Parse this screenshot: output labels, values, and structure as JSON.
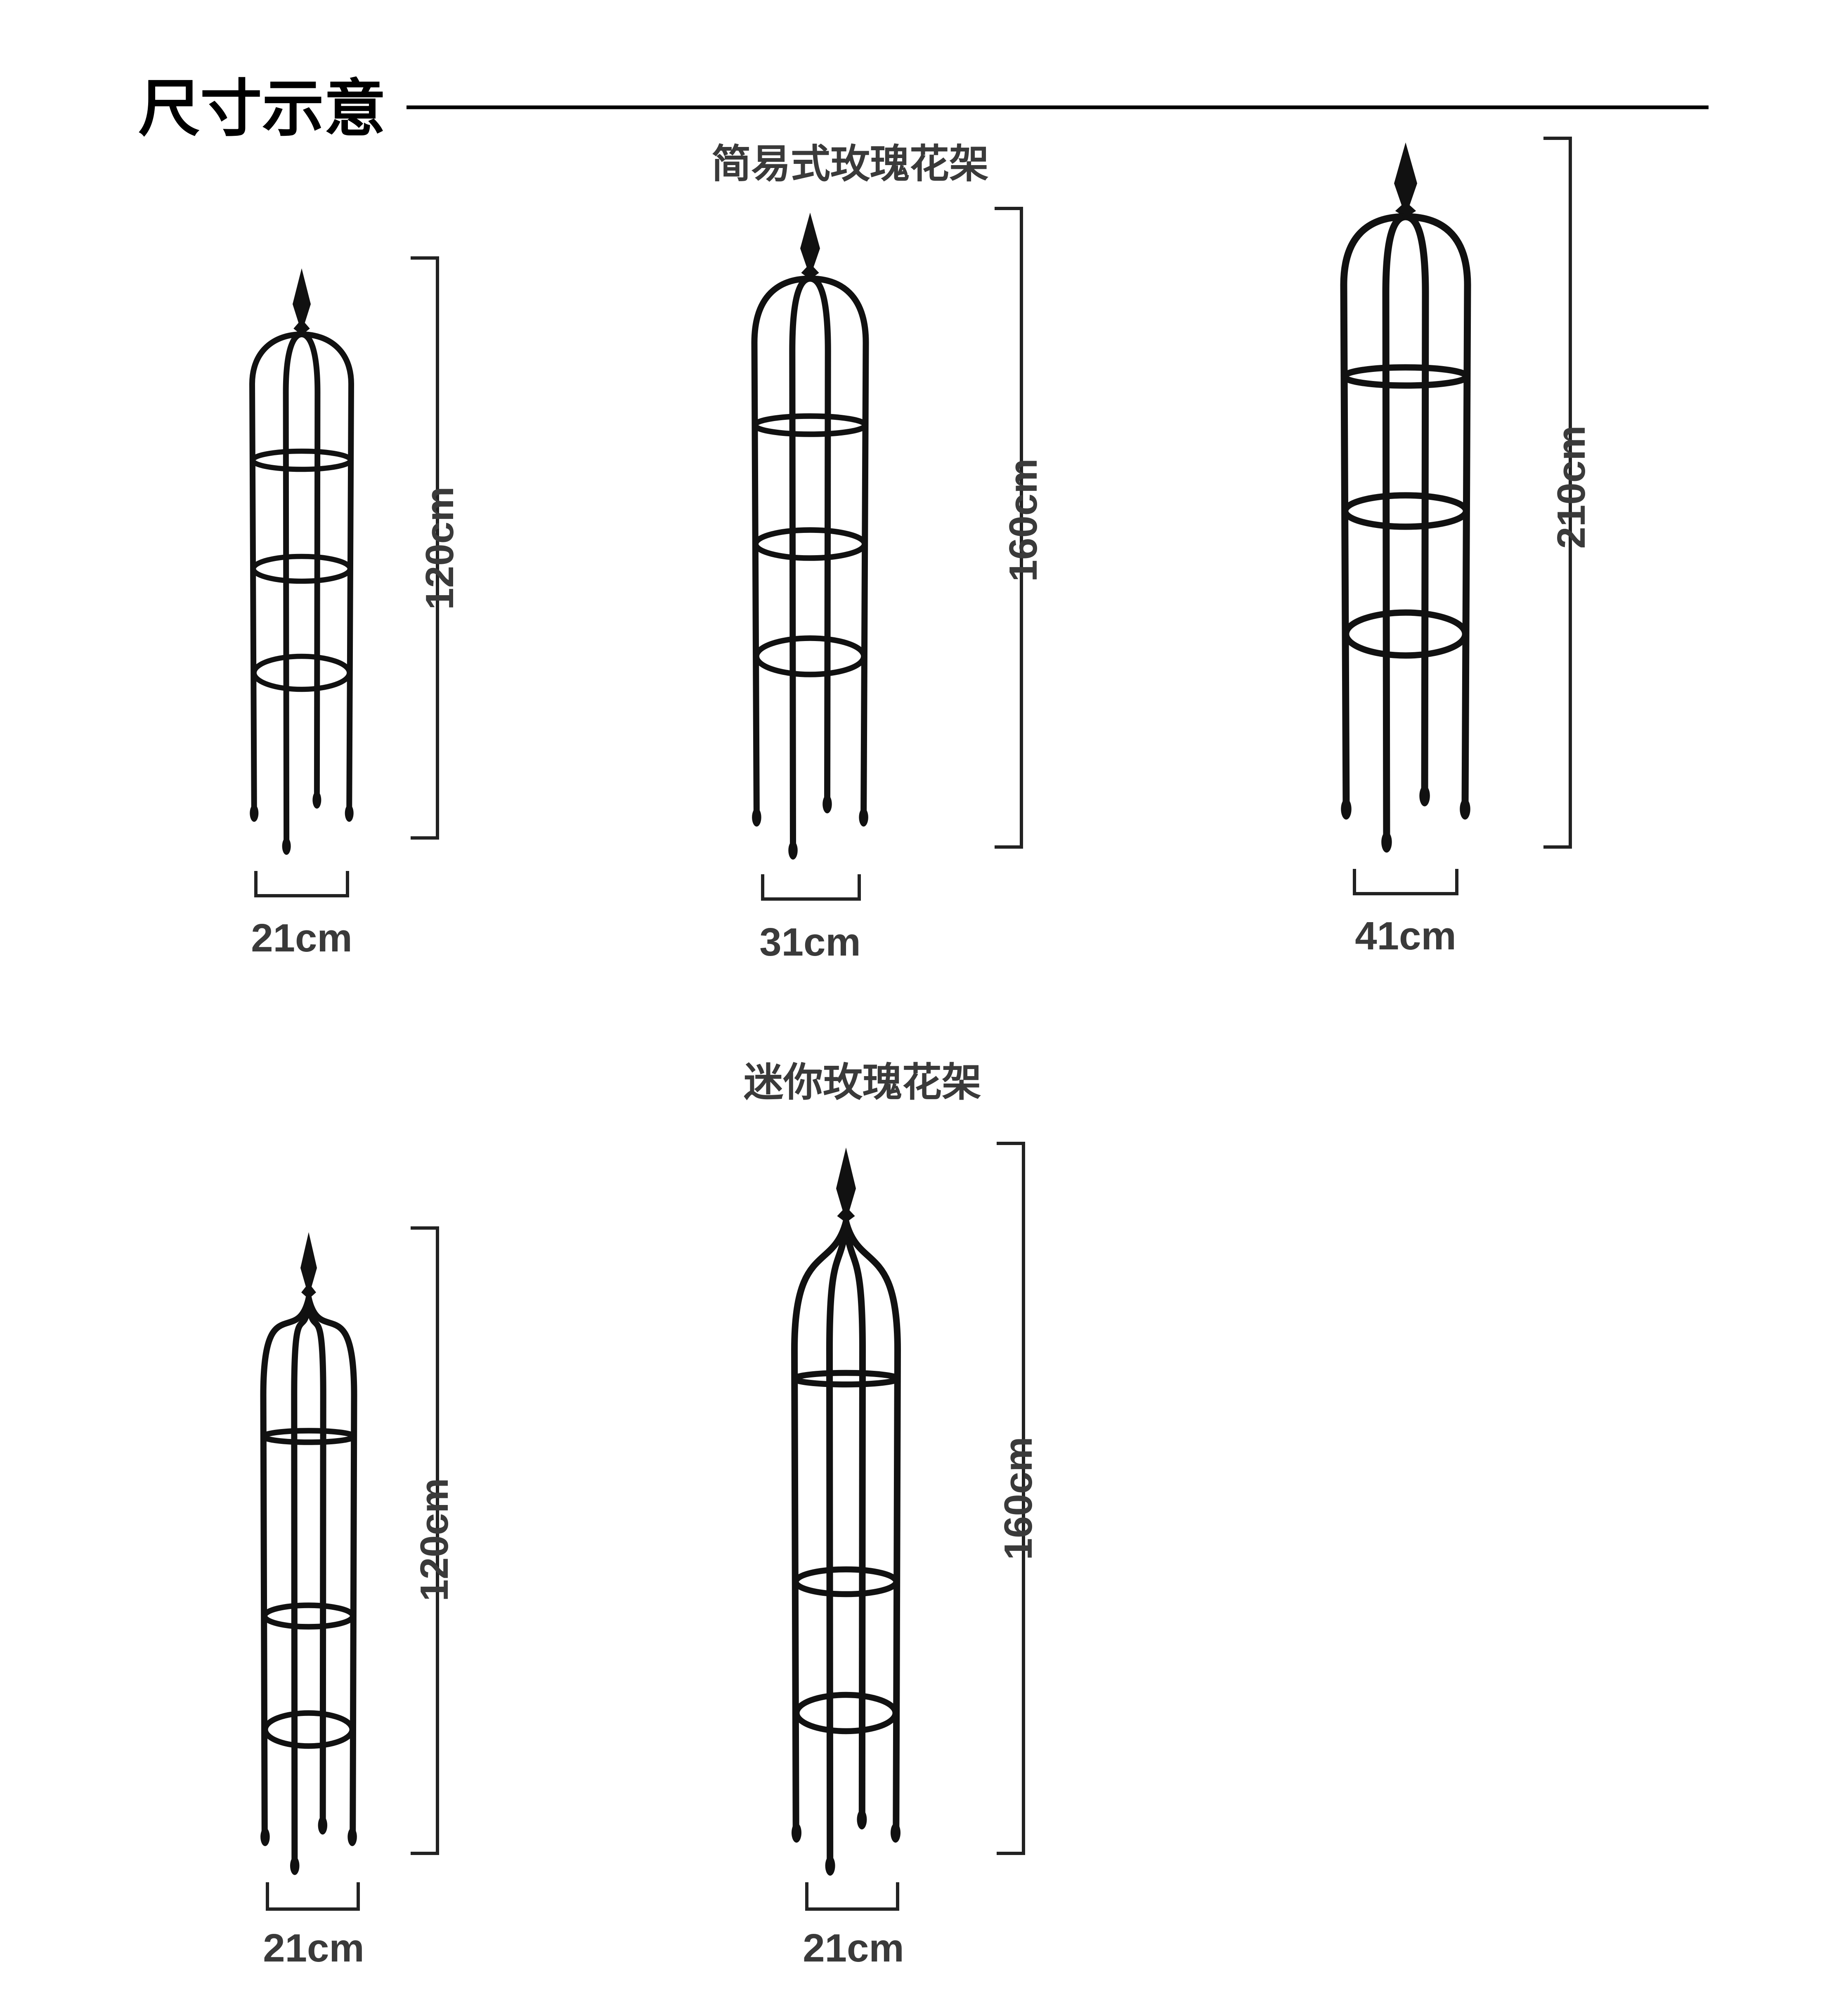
{
  "header": {
    "title": "尺寸示意"
  },
  "sections": [
    {
      "title": "简易式玫瑰花架",
      "items": [
        {
          "height_label": "120cm",
          "width_label": "21cm"
        },
        {
          "height_label": "160cm",
          "width_label": "31cm"
        },
        {
          "height_label": "210cm",
          "width_label": "41cm"
        }
      ]
    },
    {
      "title": "迷你玫瑰花架",
      "items": [
        {
          "height_label": "120cm",
          "width_label": "21cm"
        },
        {
          "height_label": "160cm",
          "width_label": "21cm"
        }
      ]
    }
  ],
  "colors": {
    "frame": "#111111",
    "text": "#3a3a3a",
    "title": "#000000"
  }
}
